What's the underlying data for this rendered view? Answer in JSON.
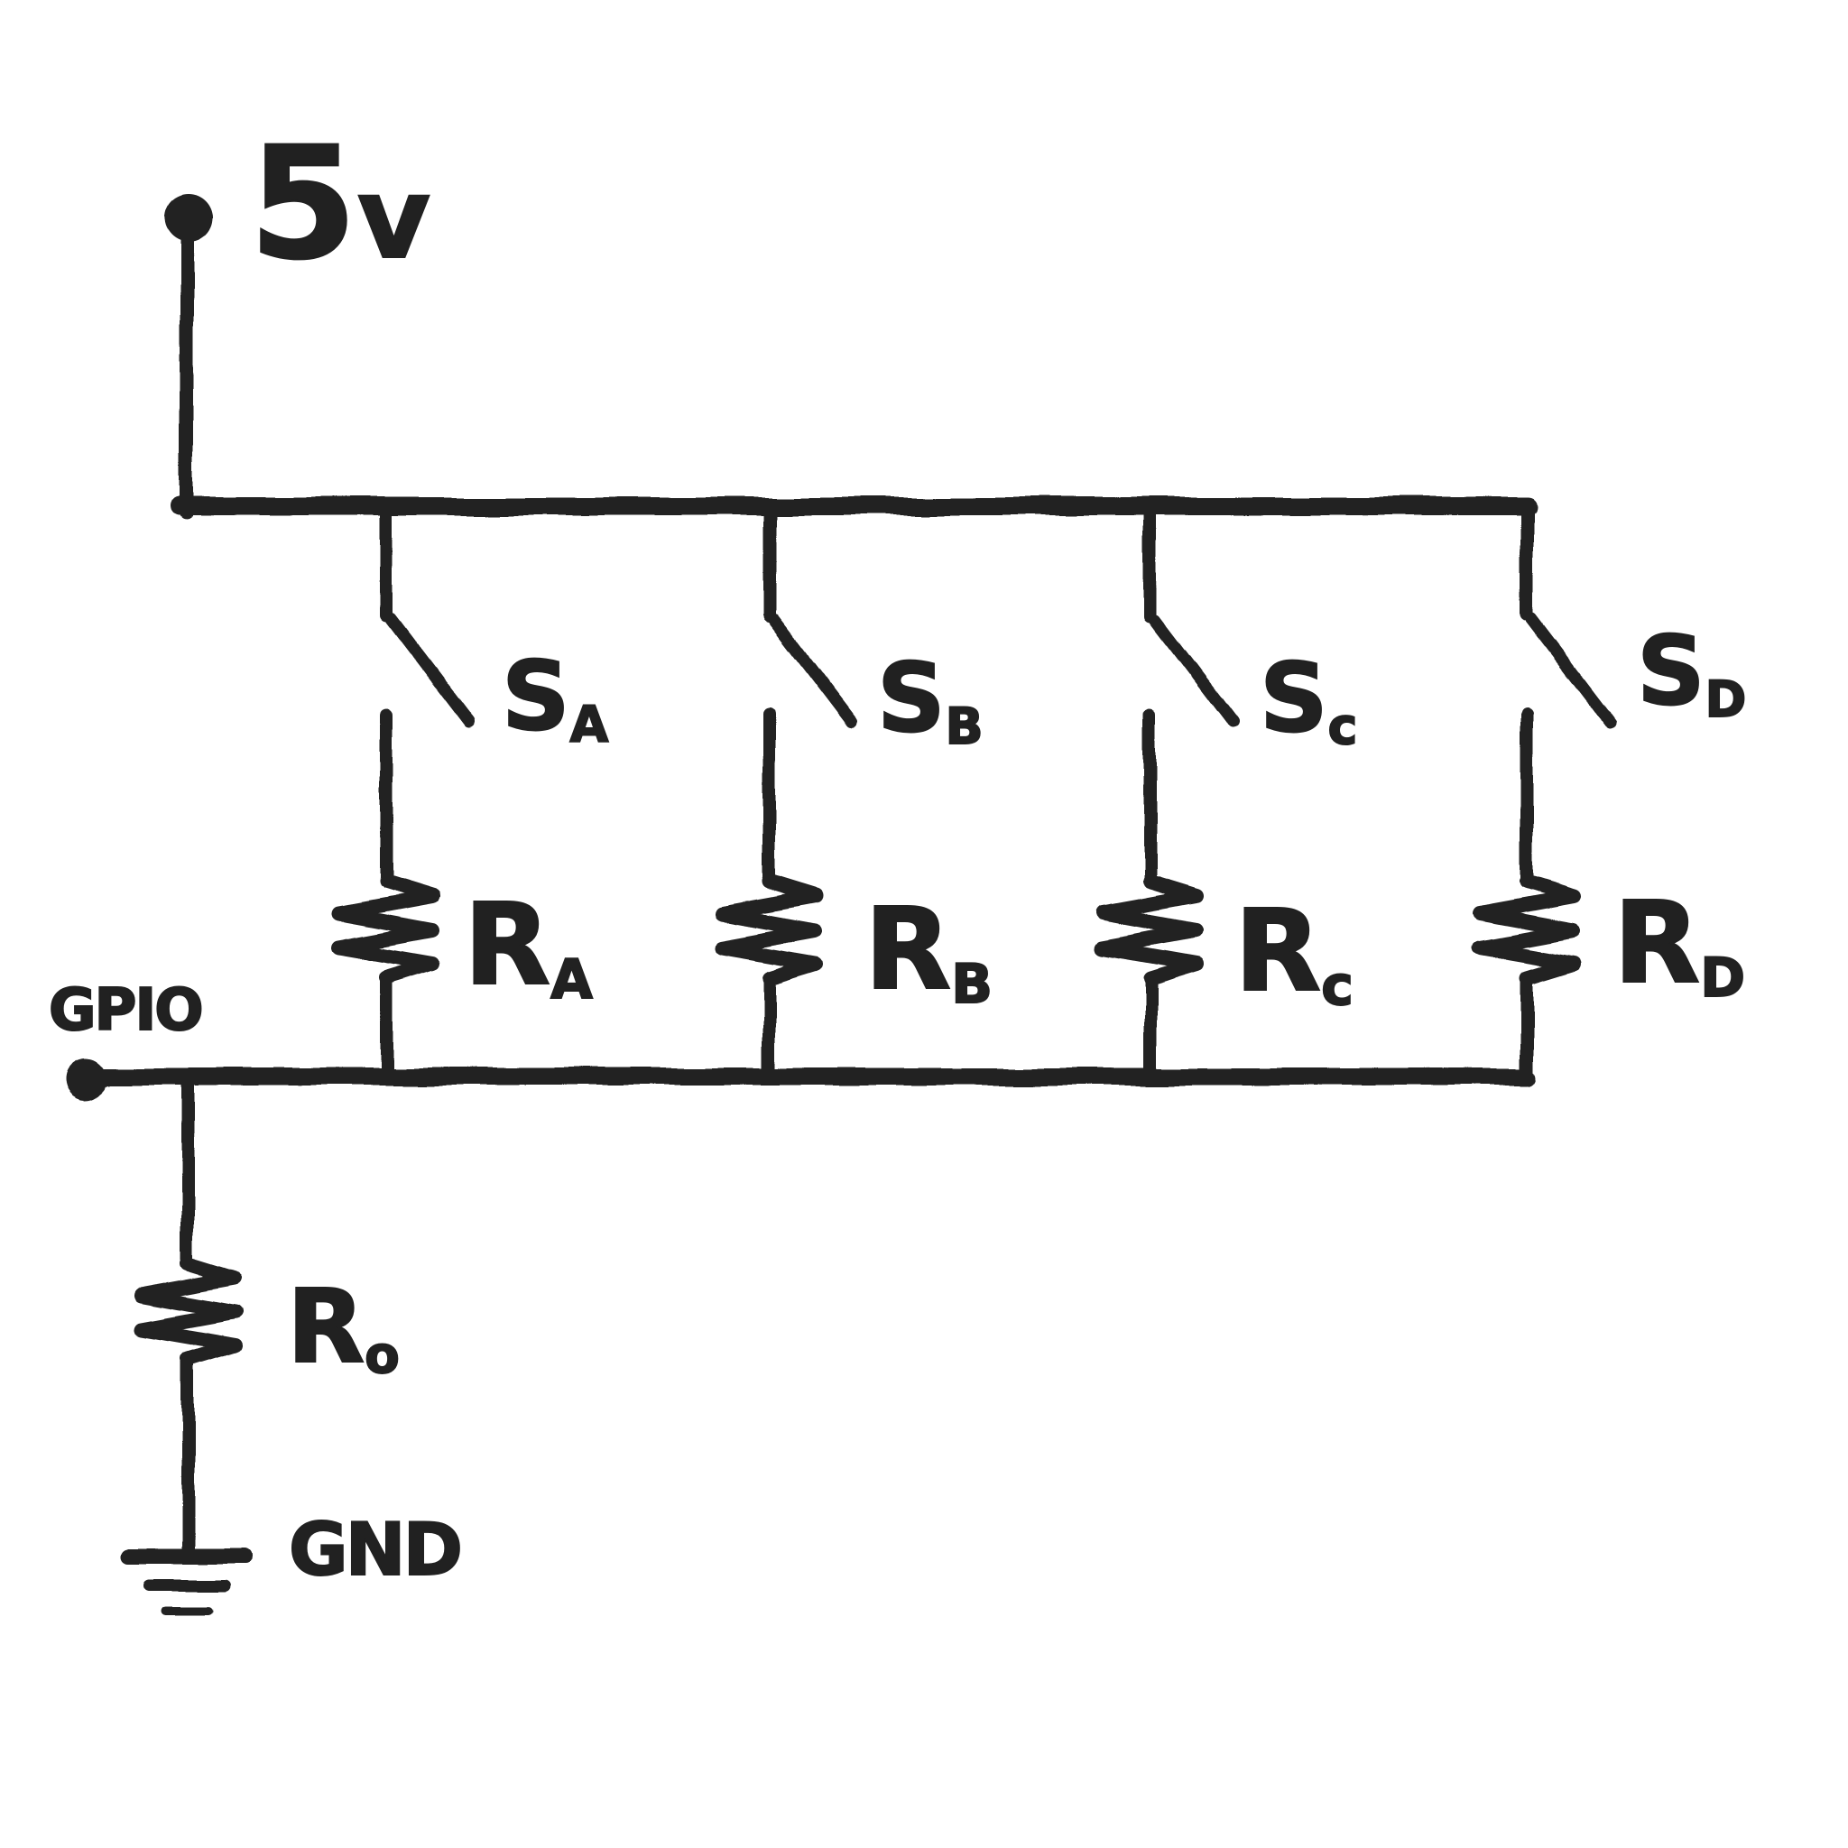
{
  "colors": {
    "ink": "#212121",
    "paper": "#ffffff"
  },
  "power": {
    "volts": "5",
    "unit": "v"
  },
  "gpio_label": "GPIO",
  "gnd_label": "GND",
  "switches": [
    {
      "main": "S",
      "sub": "A"
    },
    {
      "main": "S",
      "sub": "B"
    },
    {
      "main": "S",
      "sub": "c"
    },
    {
      "main": "S",
      "sub": "D"
    }
  ],
  "resistors": [
    {
      "main": "R",
      "sub": "A"
    },
    {
      "main": "R",
      "sub": "B"
    },
    {
      "main": "R",
      "sub": "c"
    },
    {
      "main": "R",
      "sub": "D"
    }
  ],
  "output_resistor": {
    "main": "R",
    "sub": "o"
  }
}
